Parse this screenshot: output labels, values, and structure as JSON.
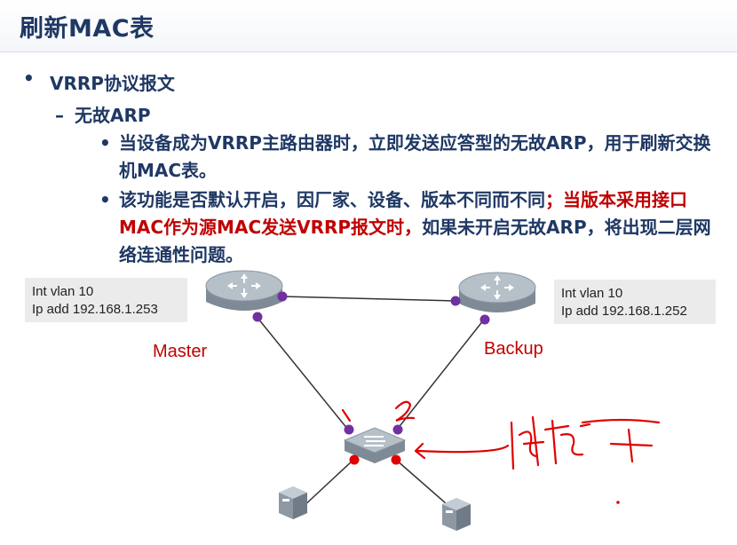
{
  "slide": {
    "title": "刷新MAC表",
    "bullet_level1": "VRRP协议报文",
    "bullet_level2": "无故ARP",
    "bullet_marker_l1": "•",
    "bullet_marker_l2": "–",
    "bullet_marker_l3": "•",
    "bullet_level3_a": "当设备成为VRRP主路由器时，立即发送应答型的无故ARP，用于刷新交换机MAC表。",
    "bullet_level3_b_part1": "该功能是否默认开启，因厂家、设备、版本不同而不同",
    "bullet_level3_b_part2": "；当版本采用接口MAC作为源MAC发送VRRP报文时，",
    "bullet_level3_b_part3": "如果未开启无故ARP，将出现二层网络连通性问题。"
  },
  "diagram": {
    "master_config_line1": "Int  vlan 10",
    "master_config_line2": "Ip add 192.168.1.253",
    "backup_config_line1": "Int  vlan 10",
    "backup_config_line2": "Ip add 192.168.1.252",
    "master_label": "Master",
    "backup_label": "Backup",
    "colors": {
      "port_purple": "#7030a0",
      "port_red": "#e00000",
      "ink_red": "#e00000",
      "router_body": "#a9b4be"
    }
  }
}
